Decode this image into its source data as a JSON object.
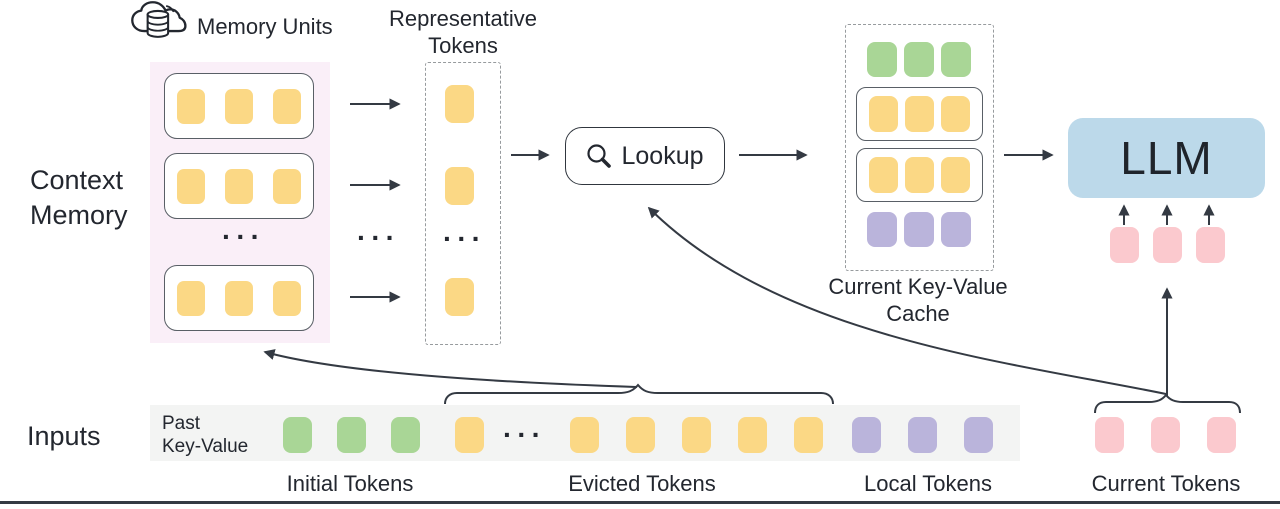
{
  "labels": {
    "context_memory_1": "Context",
    "context_memory_2": "Memory",
    "memory_units": "Memory Units",
    "representative_1": "Representative",
    "representative_2": "Tokens",
    "lookup": "Lookup",
    "cache_1": "Current Key-Value",
    "cache_2": "Cache",
    "llm": "LLM",
    "inputs": "Inputs",
    "past_kv_1": "Past",
    "past_kv_2": "Key-Value",
    "initial_tokens": "Initial Tokens",
    "evicted_tokens": "Evicted Tokens",
    "local_tokens": "Local Tokens",
    "current_tokens": "Current Tokens",
    "ellipsis": "···"
  },
  "colors": {
    "yellow": "#FBD885",
    "green": "#A9D696",
    "purple": "#BAB4DB",
    "pink": "#FBC9CE",
    "llm_blue": "#BCD9EA",
    "memory_bg": "#FAEFF8",
    "strip_bg": "#F3F4F3",
    "line": "#343A43",
    "text": "#23272F"
  },
  "icons": {
    "cloud_db": "cloud-database-icon",
    "search": "search-icon"
  },
  "context_memory": {
    "units": [
      3,
      3,
      3
    ]
  },
  "representative_tokens": {
    "counts": [
      1,
      1,
      1
    ]
  },
  "cache": {
    "rows": [
      {
        "color": "green",
        "boxed": false,
        "count": 3
      },
      {
        "color": "yellow",
        "boxed": true,
        "count": 3
      },
      {
        "color": "yellow",
        "boxed": true,
        "count": 3
      },
      {
        "color": "purple",
        "boxed": false,
        "count": 3
      }
    ]
  },
  "llm": {
    "input_tokens": 3,
    "input_color": "pink"
  },
  "inputs": {
    "groups": [
      {
        "name": "initial",
        "color": "green",
        "count": 3
      },
      {
        "name": "evicted-left",
        "color": "yellow",
        "count": 1
      },
      {
        "name": "evicted-right",
        "color": "yellow",
        "count": 5
      },
      {
        "name": "local",
        "color": "purple",
        "count": 3
      },
      {
        "name": "current",
        "color": "pink",
        "count": 3
      }
    ]
  }
}
